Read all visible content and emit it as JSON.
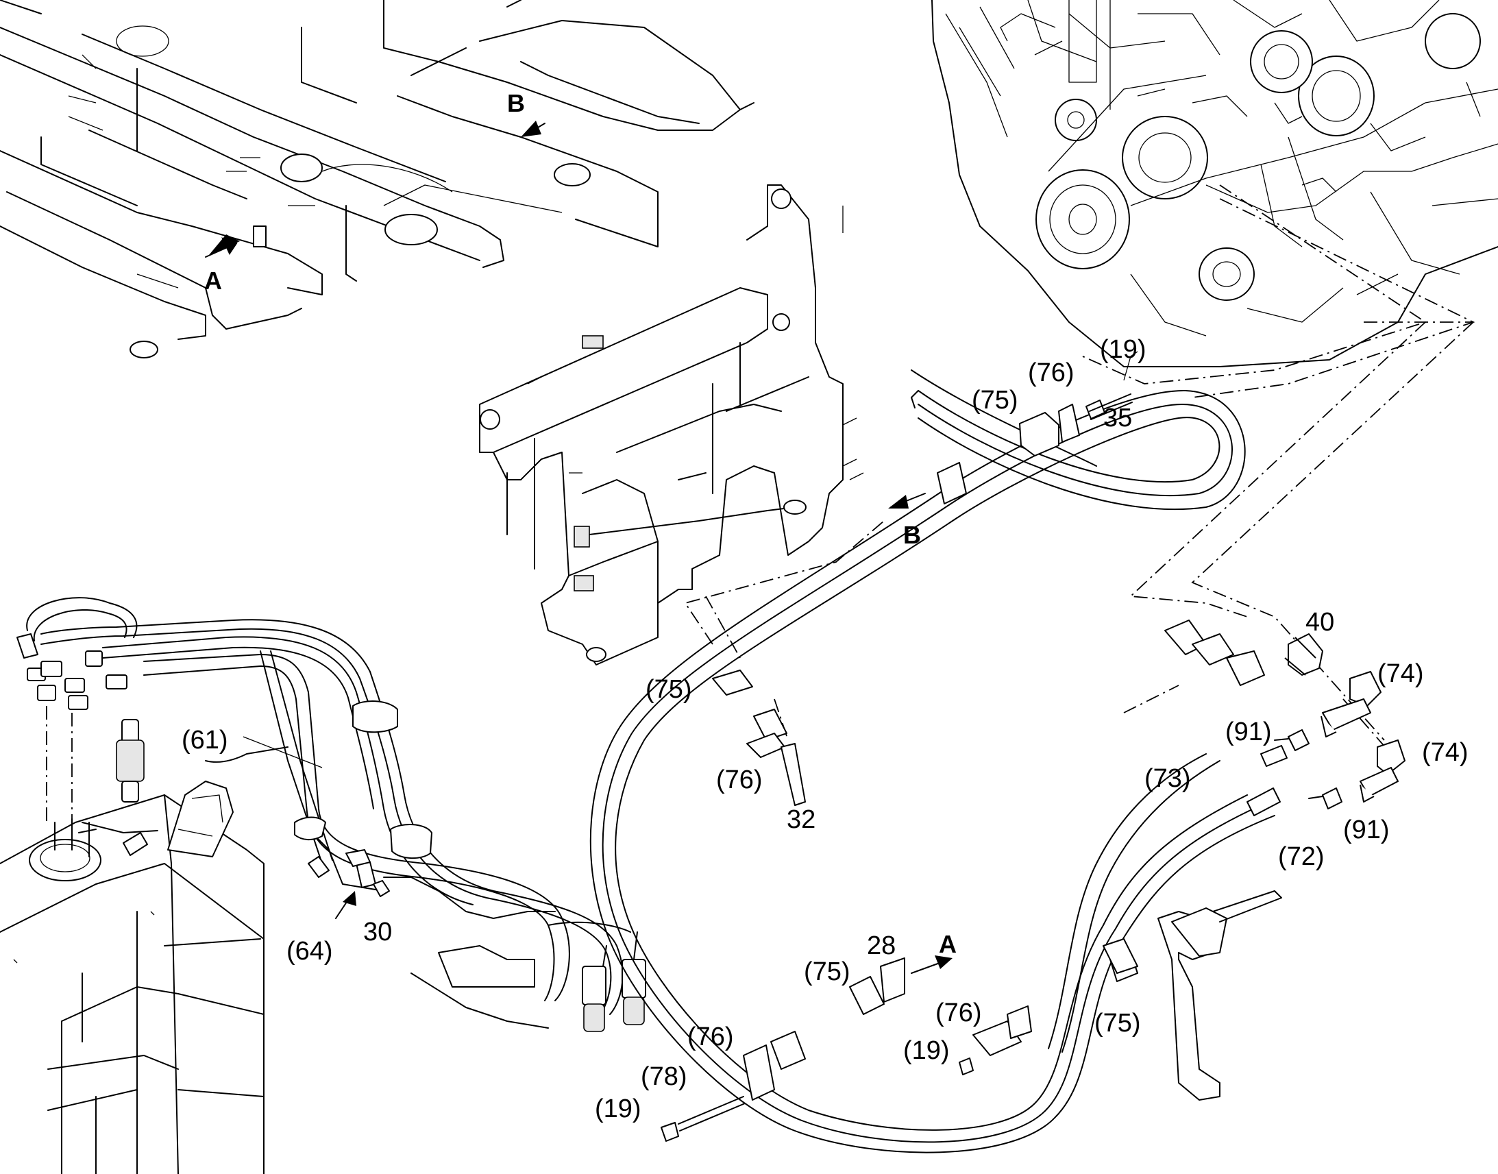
{
  "labels": {
    "l61": "(61)",
    "l64": "(64)",
    "l30": "30",
    "l75a": "(75)",
    "l76a": "(76)",
    "l19a": "(19)",
    "l35": "35",
    "l75b": "(75)",
    "l76b": "(76)",
    "l32": "32",
    "l40": "40",
    "l74a": "(74)",
    "l91a": "(91)",
    "l74b": "(74)",
    "l73": "(73)",
    "l91b": "(91)",
    "l72": "(72)",
    "l28": "28",
    "l75c": "(75)",
    "l76c": "(76)",
    "l19b": "(19)",
    "l75d": "(75)",
    "l76d": "(76)",
    "l78": "(78)",
    "l19c": "(19)"
  },
  "views": {
    "a1": "A",
    "a2": "A",
    "b1": "B",
    "b2": "B"
  }
}
